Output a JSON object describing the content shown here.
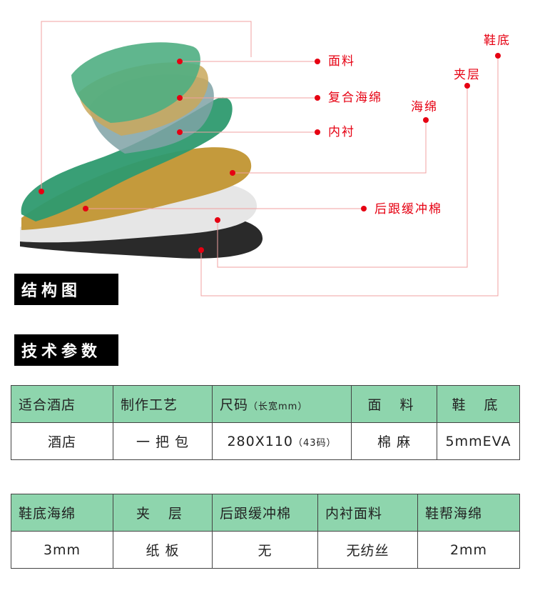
{
  "diagram": {
    "labels": {
      "fabric": "面料",
      "composite_sponge": "复合海绵",
      "lining": "内衬",
      "sponge": "海绵",
      "middle_layer": "夹层",
      "sole": "鞋底",
      "heel_cushion": "后跟缓冲棉"
    },
    "colors": {
      "callout": "#e60012",
      "layer_green": "#2e9a6f",
      "layer_tan": "#c49a3c",
      "layer_gray": "#e5e5e5",
      "layer_black": "#2a2a2a"
    }
  },
  "sections": {
    "structure": "结构图",
    "params": "技术参数"
  },
  "table1": {
    "headers": [
      "适合酒店",
      "制作工艺",
      "尺码",
      "（长宽mm）",
      "面 料",
      "鞋 底"
    ],
    "values": [
      "酒店",
      "一 把 包",
      "280X110",
      "（43码）",
      "棉 麻",
      "5mmEVA"
    ]
  },
  "table2": {
    "headers": [
      "鞋底海绵",
      "夹 层",
      "后跟缓冲棉",
      "内衬面料",
      "鞋帮海绵"
    ],
    "values": [
      "3mm",
      "纸 板",
      "无",
      "无纺丝",
      "2mm"
    ]
  }
}
